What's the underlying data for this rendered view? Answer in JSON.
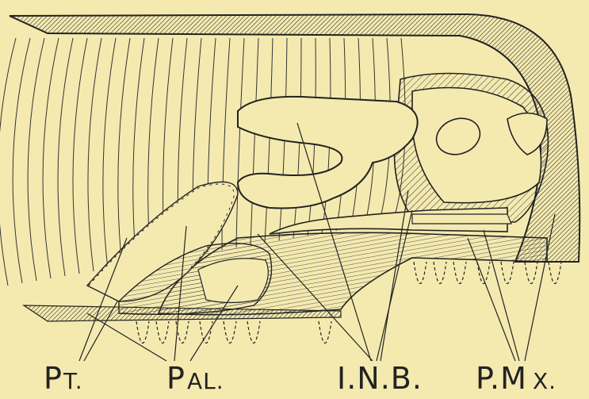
{
  "figure": {
    "labels": {
      "pt_main": "P",
      "pt_sub": "T.",
      "pal_main": "P",
      "pal_sub": "AL.",
      "inb": "I.N.B.",
      "pmx_main": "P.M",
      "pmx_sub": "X."
    }
  },
  "colors": {
    "background": "#f4eab0",
    "ink": "#222222"
  }
}
